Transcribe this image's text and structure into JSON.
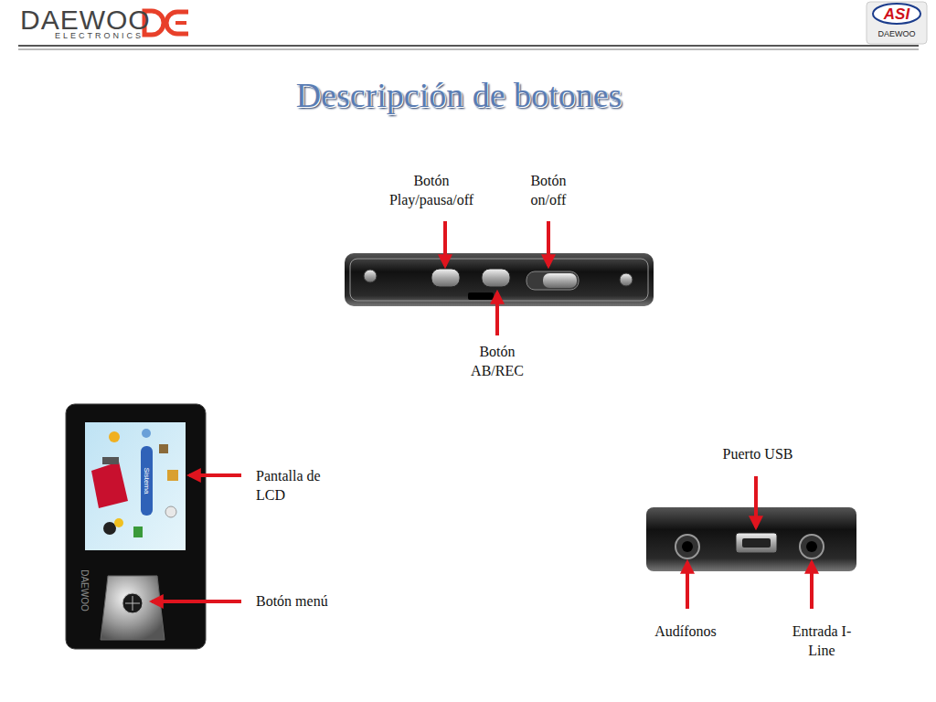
{
  "diagram": {
    "title": "Descripción de botones",
    "labels": [
      "DAEWOO",
      "ELECTRONICS",
      "ASI",
      "DAEWOO",
      "Botón Play/pausa/off",
      "Botón on/off",
      "Botón AB/REC",
      "Sistema",
      "Pantalla de LCD",
      "Puerto USB",
      "DAEWOO",
      "Botón menú",
      "Audífonos",
      "Entrada I-Line"
    ]
  }
}
